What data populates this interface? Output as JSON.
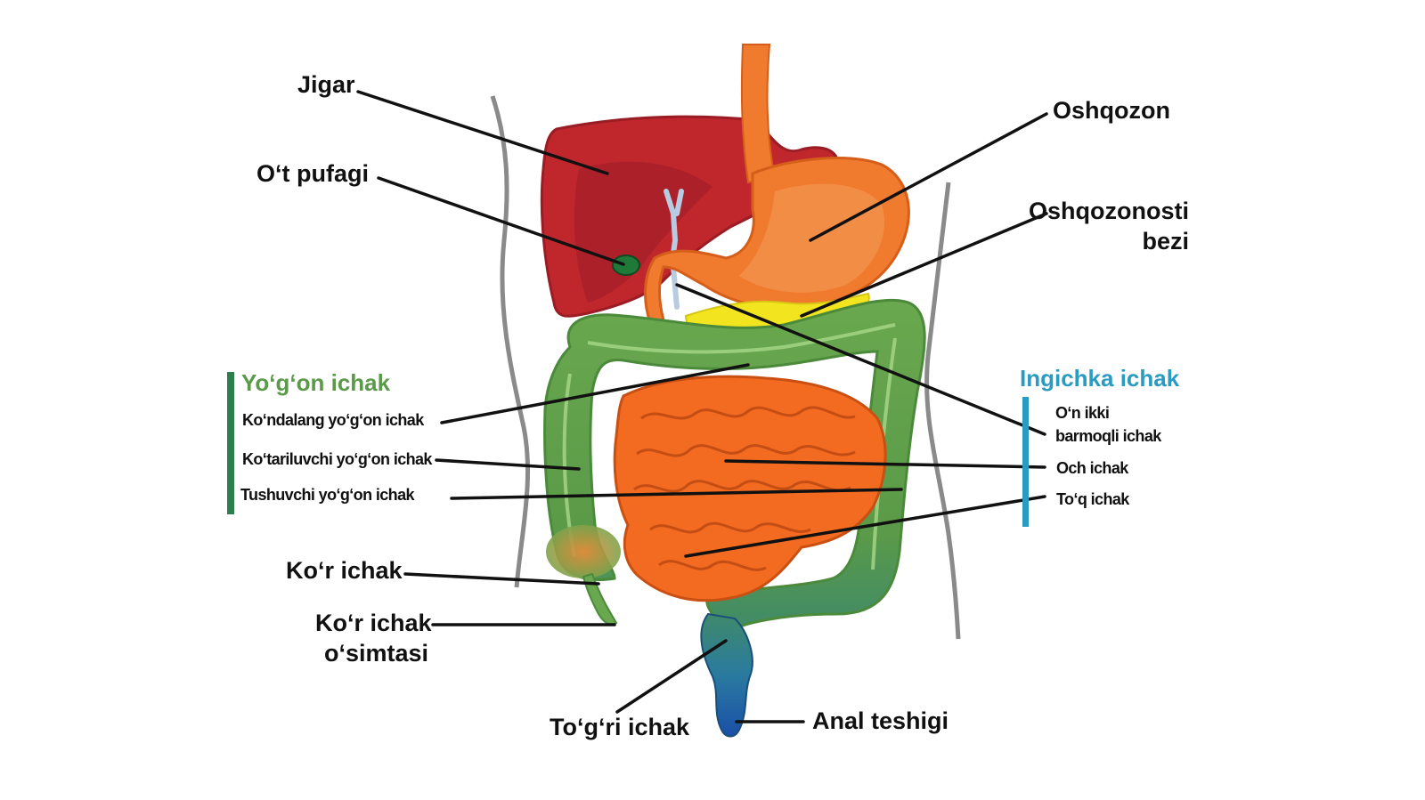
{
  "labels": {
    "jigar": "Jigar",
    "ot_pufagi": "O‘t pufagi",
    "oshqozon": "Oshqozon",
    "oshqozonosti_line1": "Oshqozonosti",
    "oshqozonosti_line2": "bezi",
    "kor_ichak": "Ko‘r ichak",
    "kor_ichak_osimtasi_line1": "Ko‘r ichak",
    "kor_ichak_osimtasi_line2": "o‘simtasi",
    "togri_ichak": "To‘g‘ri ichak",
    "anal_teshigi": "Anal teshigi"
  },
  "large_intestine": {
    "heading": "Yo‘g‘on ichak",
    "color": "#2e7d4f",
    "items": [
      "Ko‘ndalang yo‘g‘on ichak",
      "Ko‘tariluvchi yo‘g‘on ichak",
      "Tushuvchi yo‘g‘on ichak"
    ]
  },
  "small_intestine": {
    "heading": "Ingichka ichak",
    "color": "#2a9bc1",
    "items_line1": "O‘n ikki",
    "items_line2": "barmoqli ichak",
    "och_ichak": "Och ichak",
    "toq_ichak": "To‘q ichak"
  },
  "colors": {
    "liver": "#c0272d",
    "liver_dark": "#a51f2a",
    "stomach": "#f07a2e",
    "pancreas": "#f2e51f",
    "colon": "#6aa84f",
    "small_intestine": "#f26b21",
    "gallbladder": "#1f7a3a",
    "rectum": "#1a5fa8"
  }
}
